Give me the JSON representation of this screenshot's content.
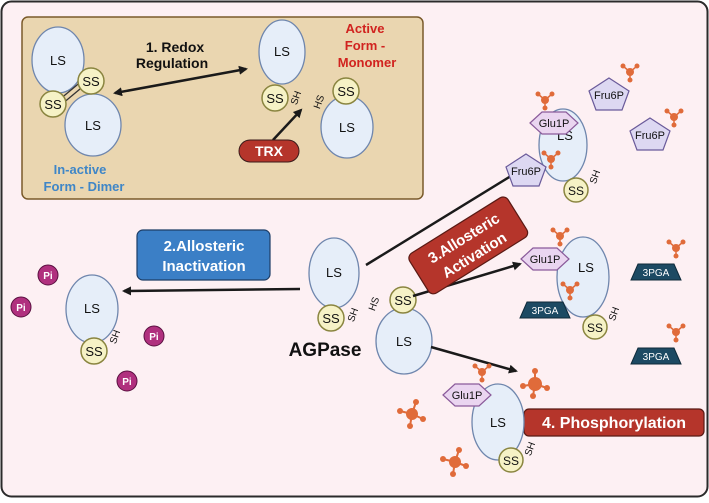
{
  "colors": {
    "page_bg": "#fdf0f3",
    "border": "#2b2b2b",
    "redox_box_fill": "#ead6b0",
    "redox_box_stroke": "#7a5a2a",
    "ls_fill": "#e6eef9",
    "ls_stroke": "#6f86ad",
    "ss_fill": "#f6f2c6",
    "ss_stroke": "#8a8540",
    "pi_fill": "#b0307e",
    "sugar_fill": "#ead5f0",
    "sugar_stroke": "#8a5a9a",
    "fru6p_fill": "#ddd8f2",
    "pga_fill": "#1d4a63",
    "phosphate": "#e06b3a",
    "red_label": "#d1231f",
    "blue_label": "#3f86c7",
    "red_banner": "#b5352b",
    "blue_banner": "#3b7fc6",
    "trx_fill": "#b5352b"
  },
  "labels": {
    "ls": "LS",
    "ss": "SS",
    "sh": "SH",
    "hs": "HS",
    "pi": "Pi",
    "glu1p": "Glu1P",
    "fru6p": "Fru6P",
    "pga": "3PGA",
    "trx": "TRX",
    "agpase": "AGPase",
    "redox_line1": "1. Redox",
    "redox_line2": "Regulation",
    "active_line1": "Active",
    "active_line2": "Form -",
    "active_line3": "Monomer",
    "inactive_line1": "In-active",
    "inactive_line2": "Form - Dimer",
    "allo_inact_line1": "2.Allosteric",
    "allo_inact_line2": "Inactivation",
    "allo_act_line1": "3.Allosteric",
    "allo_act_line2": "Activation",
    "phosphorylation": "4. Phosphorylation"
  },
  "icons": [
    "phosphate-icon",
    "arrow-icon",
    "pentagon-icon",
    "trapezoid-icon"
  ]
}
